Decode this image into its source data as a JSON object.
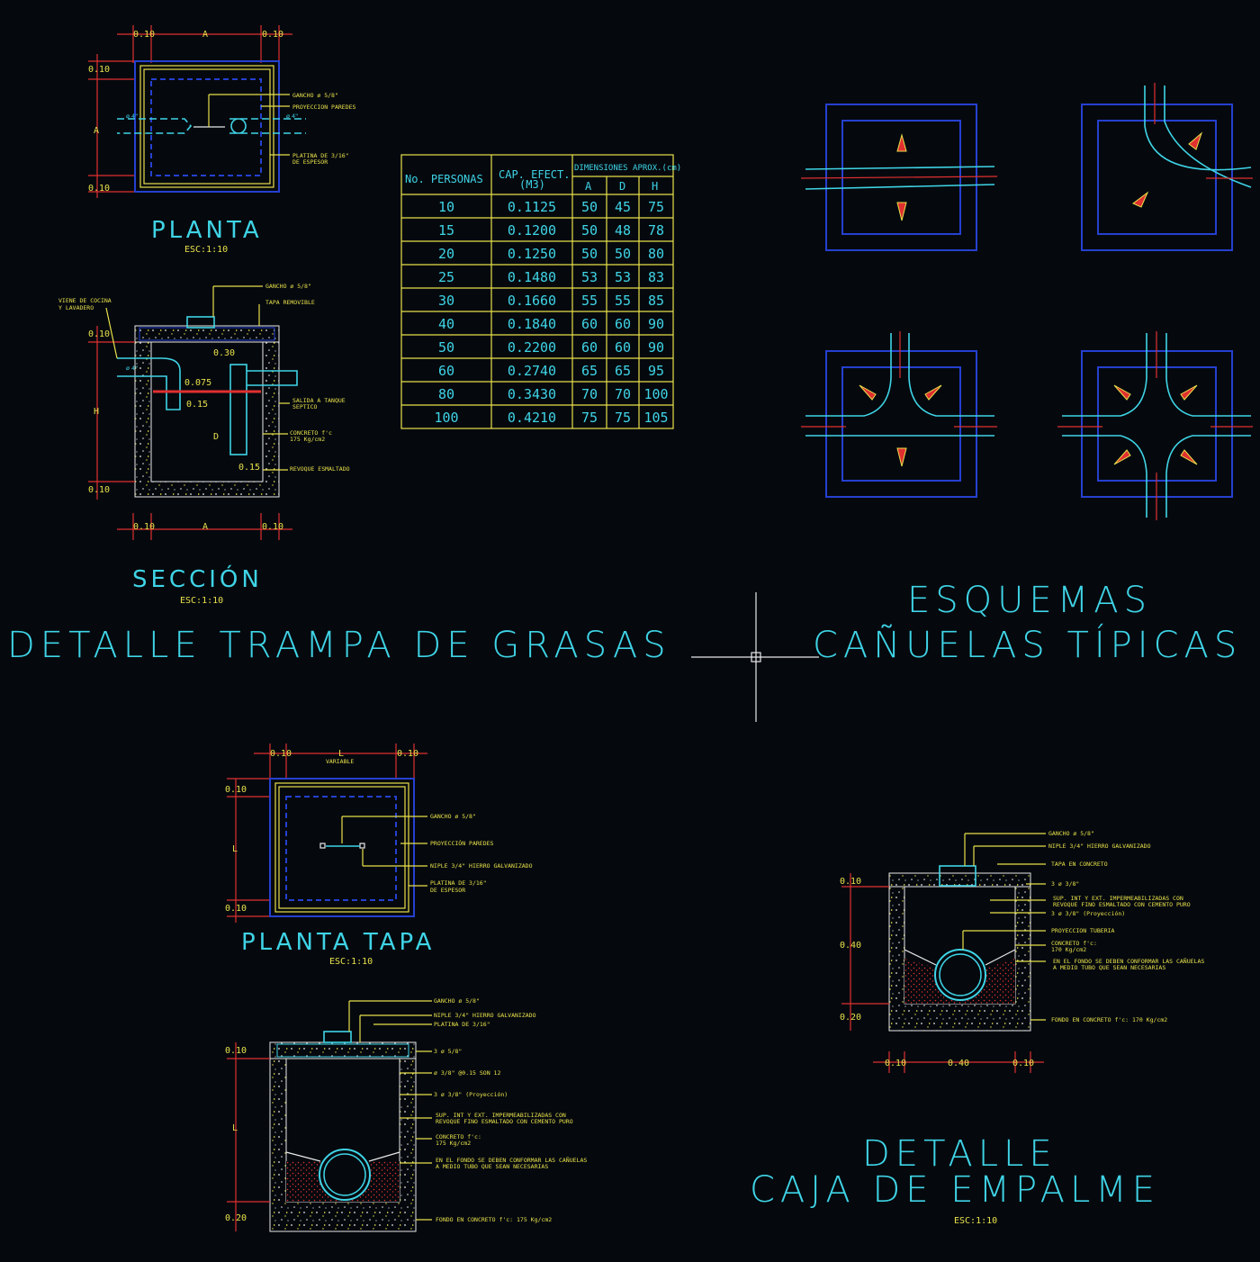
{
  "titles": {
    "main_left": "DETALLE TRAMPA DE GRASAS",
    "esquemas_line1": "ESQUEMAS",
    "esquemas_line2": "CAÑUELAS TÍPICAS",
    "caja_line1": "DETALLE",
    "caja_line2": "CAJA DE EMPALME"
  },
  "views": {
    "planta": "PLANTA",
    "planta_scale": "ESC:1:10",
    "seccion": "SECCIÓN",
    "seccion_scale": "ESC:1:10",
    "planta_tapa": "PLANTA TAPA",
    "planta_tapa_scale": "ESC:1:10",
    "caja_scale": "ESC:1:10"
  },
  "dims": {
    "d010": "0.10",
    "dA": "A",
    "dH": "H",
    "dD": "D",
    "dL": "L",
    "d030": "0.30",
    "d0075": "0.075",
    "d015": "0.15",
    "d040": "0.40",
    "d020": "0.20",
    "variable": "VARIABLE",
    "phi4": "ø 4\""
  },
  "notes_planta": {
    "gancho": "GANCHO ø 5/8\"",
    "proyeccion": "PROYECCION PAREDES",
    "platina": "PLATINA DE 3/16\"",
    "espesor": "DE ESPESOR"
  },
  "notes_seccion": {
    "viene1": "VIENE DE COCINA",
    "viene2": "Y LAVADERO",
    "gancho": "GANCHO ø 5/8\"",
    "tapa": "TAPA REMOVIBLE",
    "salida1": "SALIDA A TANQUE",
    "salida2": "SEPTICO",
    "concreto1": "CONCRETO f'c",
    "concreto2": "175 Kg/cm2",
    "revoque": "REVOQUE ESMALTADO"
  },
  "notes_tapa": {
    "gancho": "GANCHO ø 5/8\"",
    "proyeccion": "PROYECCIÓN PAREDES",
    "niple": "NIPLE 3/4\" HIERRO GALVANIZADO",
    "platina": "PLATINA DE 3/16\"",
    "espesor": "DE ESPESOR"
  },
  "notes_sec2": {
    "gancho": "GANCHO ø 5/8\"",
    "niple": "NIPLE 3/4\" HIERRO GALVANIZADO",
    "platina": "PLATINA DE 3/16\"",
    "n1": "3 ø 5/8\"",
    "n2": "ø 3/8\" @0.15 SON 12",
    "n3": "3 ø 3/8\" (Proyección)",
    "sup1": "SUP. INT Y EXT. IMPERMEABILIZADAS CON",
    "sup2": "REVOQUE FINO ESMALTADO CON CEMENTO PURO",
    "conc1": "CONCRETO f'c:",
    "conc2": "175 Kg/cm2",
    "fondo1": "EN EL FONDO SE DEBEN CONFORMAR LAS CAÑUELAS",
    "fondo2": "A MEDIO TUBO QUE SEAN NECESARIAS",
    "fondo3": "FONDO EN CONCRETO f'c: 175 Kg/cm2"
  },
  "notes_caja": {
    "gancho": "GANCHO ø 5/8\"",
    "niple": "NIPLE 3/4\" HIERRO GALVANIZADO",
    "tapa": "TAPA EN CONCRETO",
    "n1": "3 ø 3/8\"",
    "sup1": "SUP. INT Y EXT. IMPERMEABILIZADAS CON",
    "sup2": "REVOQUE FINO ESMALTADO CON CEMENTO PURO",
    "n3": "3 ø 3/8\" (Proyección)",
    "proy": "PROYECCION TUBERIA",
    "conc1": "CONCRETO f'c:",
    "conc2": "170 Kg/cm2",
    "fondo1": "EN EL FONDO SE DEBEN CONFORMAR LAS CAÑUELAS",
    "fondo2": "A MEDIO TUBO QUE SEAN NECESARIAS",
    "fondo3": "FONDO EN CONCRETO f'c: 170 Kg/cm2"
  },
  "table": {
    "h_personas": "No. PERSONAS",
    "h_cap1": "CAP. EFECT.",
    "h_cap2": "(M3)",
    "h_dim": "DIMENSIONES APROX.(cm)",
    "h_a": "A",
    "h_d": "D",
    "h_h": "H",
    "rows": [
      [
        "10",
        "0.1125",
        "50",
        "45",
        "75"
      ],
      [
        "15",
        "0.1200",
        "50",
        "48",
        "78"
      ],
      [
        "20",
        "0.1250",
        "50",
        "50",
        "80"
      ],
      [
        "25",
        "0.1480",
        "53",
        "53",
        "83"
      ],
      [
        "30",
        "0.1660",
        "55",
        "55",
        "85"
      ],
      [
        "40",
        "0.1840",
        "60",
        "60",
        "90"
      ],
      [
        "50",
        "0.2200",
        "60",
        "60",
        "90"
      ],
      [
        "60",
        "0.2740",
        "65",
        "65",
        "95"
      ],
      [
        "80",
        "0.3430",
        "70",
        "70",
        "100"
      ],
      [
        "100",
        "0.4210",
        "75",
        "75",
        "105"
      ]
    ]
  },
  "colors": {
    "background": "#05090e",
    "cyan": "#3fd4e6",
    "yellow": "#e8e04a",
    "blue": "#2540d0",
    "red": "#e03030",
    "white": "#e8e8e8"
  }
}
